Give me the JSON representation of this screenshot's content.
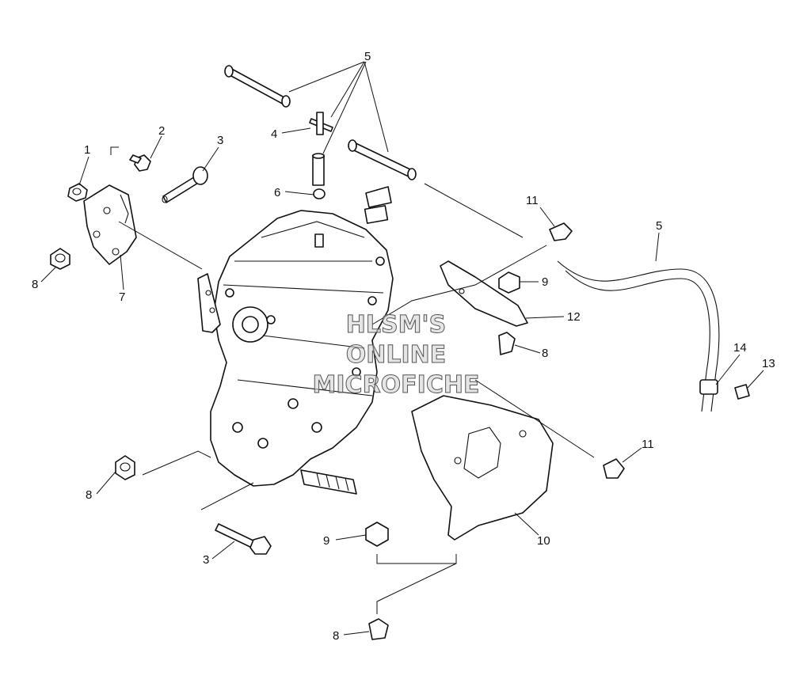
{
  "watermark": {
    "line1": "HLSM'S",
    "line2": "ONLINE",
    "line3": "MICROFICHE"
  },
  "callouts": {
    "c1": "1",
    "c2": "2",
    "c3a": "3",
    "c3b": "3",
    "c4": "4",
    "c5a": "5",
    "c5b": "5",
    "c6": "6",
    "c7": "7",
    "c8a": "8",
    "c8b": "8",
    "c8c": "8",
    "c8d": "8",
    "c9a": "9",
    "c9b": "9",
    "c10": "10",
    "c11a": "11",
    "c11b": "11",
    "c12": "12",
    "c13": "13",
    "c14": "14"
  }
}
